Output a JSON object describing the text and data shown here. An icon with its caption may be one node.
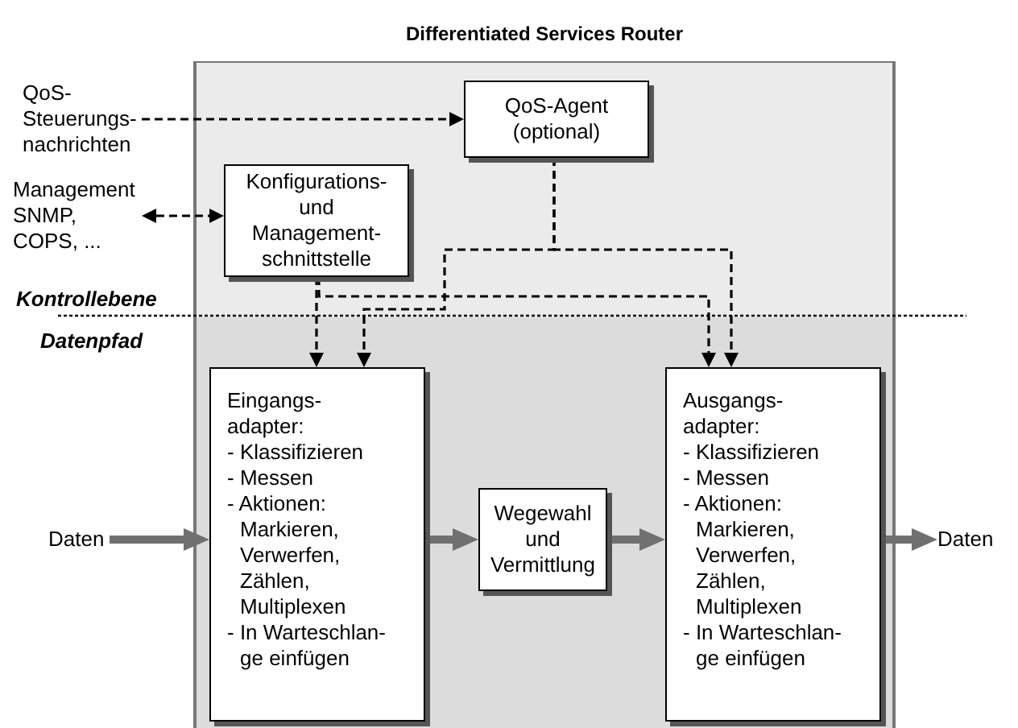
{
  "diagram": {
    "nodes": [
      {
        "text": [
          "Differentiated Services Router"
        ]
      },
      {
        "text": [
          "QoS- Steuerungs- nachrichten"
        ]
      },
      {
        "text": [
          "QoS-Agent (optional)"
        ],
        "in": 0
      },
      {
        "text": [
          "Management SNMP, COPS, ..."
        ]
      },
      {
        "text": [
          "Konfigurations- und Management- schnittstelle"
        ],
        "in": 0
      },
      {
        "text": [
          "Daten"
        ]
      },
      {
        "text": [
          "Eingangs- adapter:",
          "- Klassifizieren",
          "- Messen",
          "- Aktionen: Markieren, Verwerfen, Zählen, Multiplexen",
          "- In Warteschlan- ge einfügen"
        ],
        "in": 0
      },
      {
        "text": [
          "Wegewahl und Vermittlung"
        ],
        "in": 0
      },
      {
        "text": [
          "Ausgangs- adapter:",
          "- Klassifizieren",
          "- Messen",
          "- Aktionen: Markieren, Verwerfen, Zählen, Multiplexen",
          "- In Warteschlan- ge einfügen"
        ],
        "in": 0
      },
      {
        "text": [
          "Daten"
        ]
      }
    ],
    "edges": [
      {
        "from": 1,
        "to": 2,
        "arrow": "to",
        "style": "dashed"
      },
      {
        "from": 3,
        "to": 4,
        "arrow": "both",
        "style": "dashed"
      },
      {
        "from": 4,
        "to": 6,
        "arrow": "to",
        "style": "dashed"
      },
      {
        "from": 4,
        "to": 8,
        "arrow": "to",
        "style": "dashed"
      },
      {
        "from": 2,
        "to": 6,
        "arrow": "to",
        "style": "dashed"
      },
      {
        "from": 2,
        "to": 8,
        "arrow": "to",
        "style": "dashed"
      },
      {
        "from": 5,
        "to": 6,
        "arrow": "to",
        "style": "thick",
        "color": "#707070"
      },
      {
        "from": 6,
        "to": 7,
        "arrow": "to",
        "style": "thick",
        "color": "#707070"
      },
      {
        "from": 7,
        "to": 8,
        "arrow": "to",
        "style": "thick",
        "color": "#707070"
      },
      {
        "from": 8,
        "to": 9,
        "arrow": "to",
        "style": "thick",
        "color": "#707070"
      }
    ],
    "labels": [
      "Kontrollebene",
      "Datenpfad"
    ]
  }
}
